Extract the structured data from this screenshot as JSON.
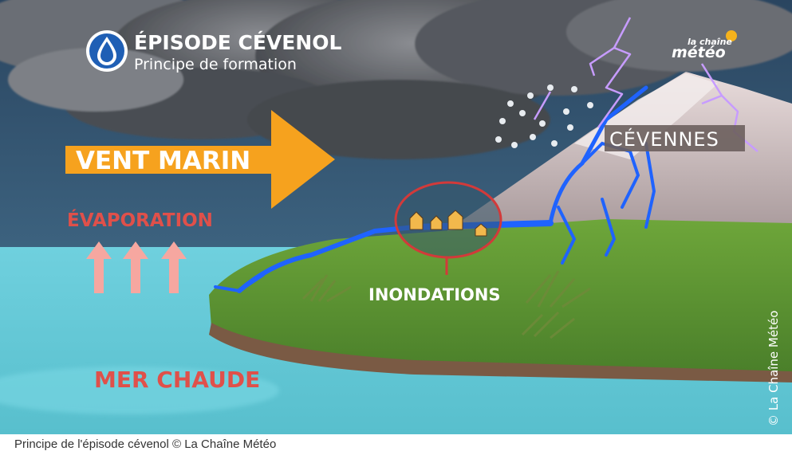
{
  "header": {
    "title": "ÉPISODE CÉVENOL",
    "subtitle": "Principe de formation",
    "icon": "water-drop-icon"
  },
  "logo": {
    "line1": "la chaîne",
    "line2": "météo"
  },
  "labels": {
    "wind": "VENT MARIN",
    "evaporation": "ÉVAPORATION",
    "mountains": "CÉVENNES",
    "floods": "INONDATIONS",
    "sea": "MER CHAUDE"
  },
  "copyright": "© La Chaîne Météo",
  "caption": "Principe de l'épisode cévenol © La Chaîne Météo",
  "colors": {
    "sky": "#3a5a78",
    "sea": "#5fc9d6",
    "land": "#5e9a33",
    "river": "#1f63ff",
    "arrow": "#f6a21e",
    "label_red": "#e0504a",
    "evap_arrows": "#f6a7a0",
    "flood_circle": "#d23a3a",
    "mountain": "#c7b9b8",
    "lightning": "#c79cff"
  }
}
